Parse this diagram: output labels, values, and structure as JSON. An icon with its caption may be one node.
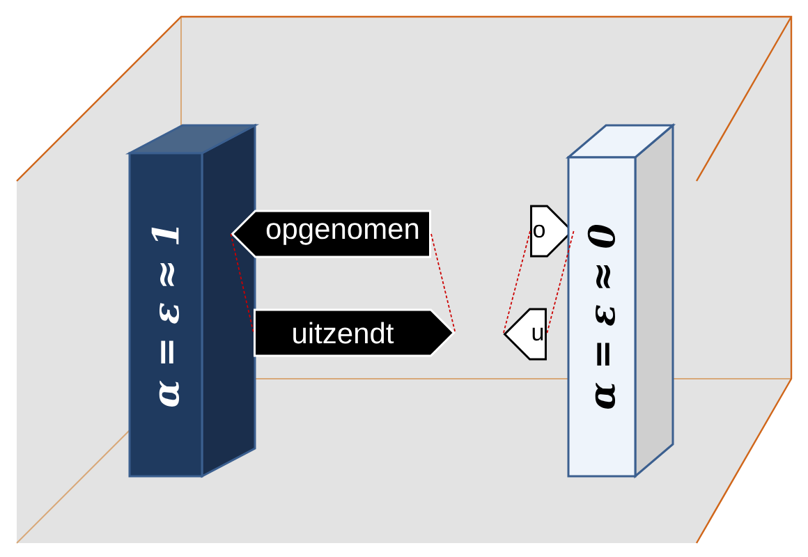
{
  "diagram": {
    "nodes": [
      {
        "text": [
          "α = ε ≈ 1"
        ]
      },
      {
        "text": [
          "opgenomen"
        ]
      },
      {
        "text": [
          "uitzendt"
        ]
      },
      {
        "text": [
          "o"
        ]
      },
      {
        "text": [
          "u"
        ]
      },
      {
        "text": [
          "α = ε ≈ 0"
        ]
      }
    ],
    "edges": [
      {
        "from": 1,
        "to": 2,
        "arrow": "none",
        "style": "dashed",
        "color": "#cc0000"
      },
      {
        "from": 1,
        "to": 2,
        "arrow": "none",
        "style": "dashed",
        "color": "#cc0000"
      },
      {
        "from": 3,
        "to": 4,
        "arrow": "none",
        "style": "dashed",
        "color": "#cc0000"
      },
      {
        "from": 3,
        "to": 4,
        "arrow": "none",
        "style": "dashed",
        "color": "#cc0000"
      }
    ]
  }
}
